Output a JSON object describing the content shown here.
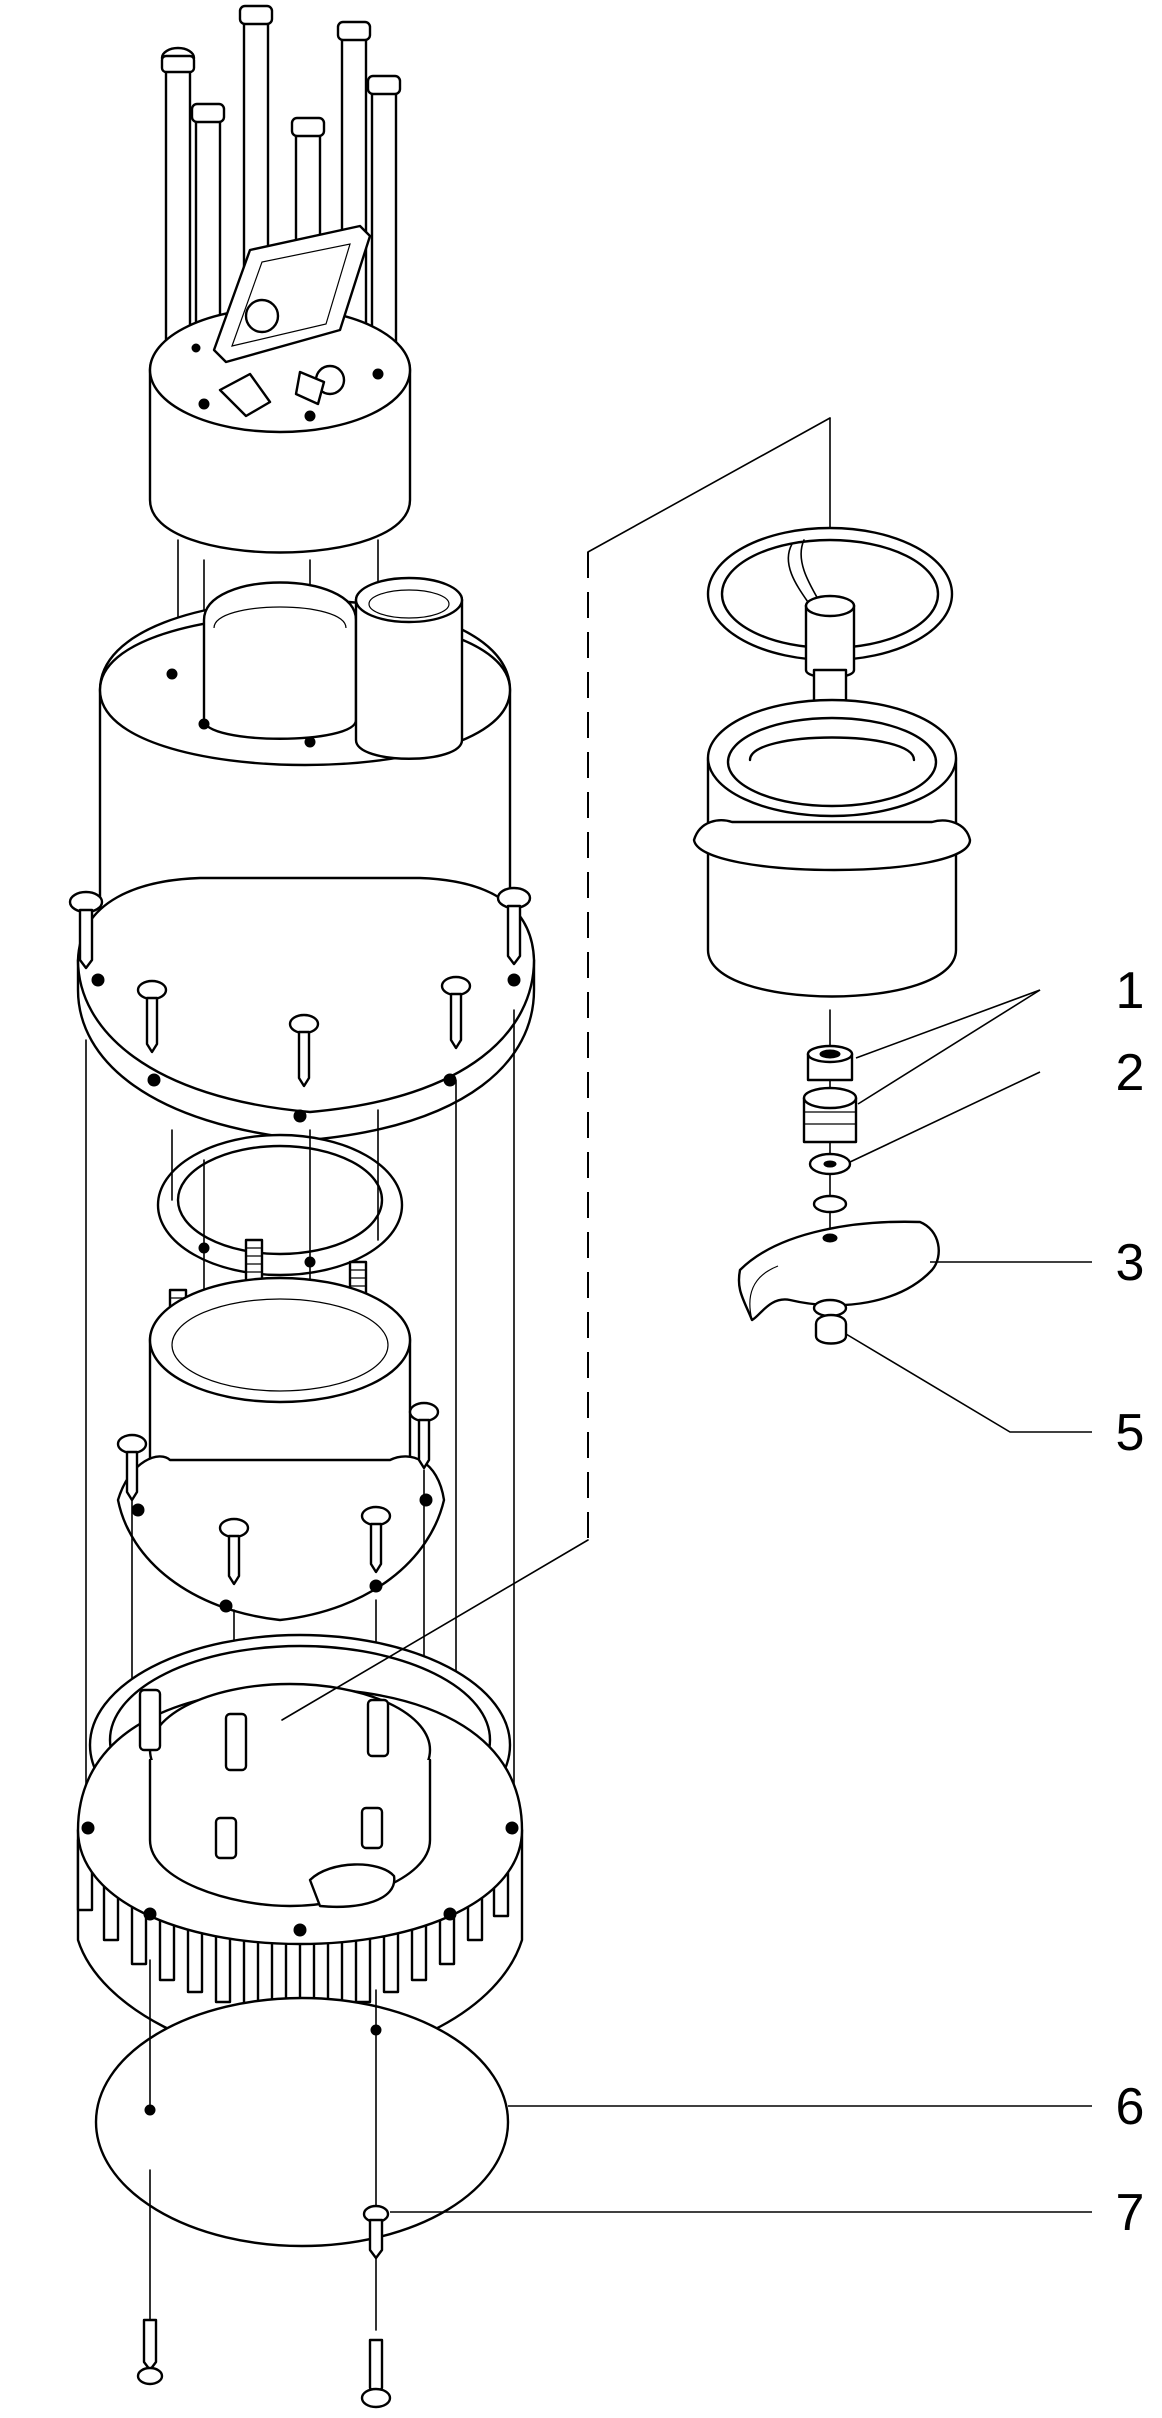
{
  "diagram": {
    "callouts": [
      {
        "id": "1",
        "label": "1"
      },
      {
        "id": "2",
        "label": "2"
      },
      {
        "id": "3",
        "label": "3"
      },
      {
        "id": "5",
        "label": "5"
      },
      {
        "id": "6",
        "label": "6"
      },
      {
        "id": "7",
        "label": "7"
      }
    ]
  }
}
